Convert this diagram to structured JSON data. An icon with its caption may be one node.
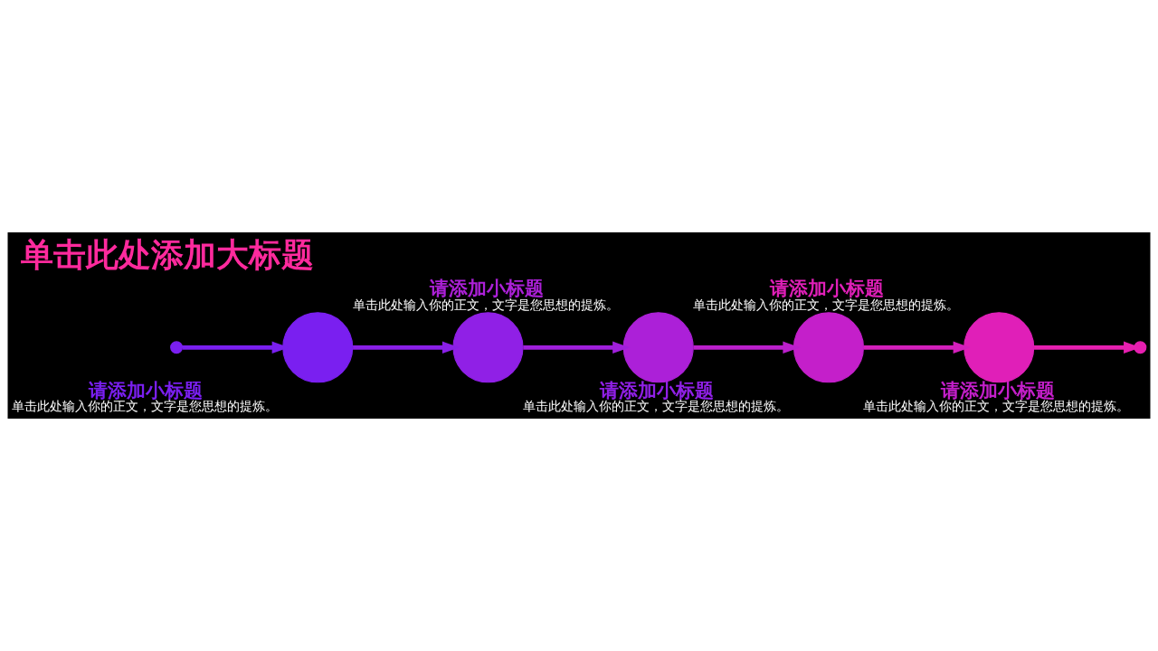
{
  "diagram": {
    "title": "单击此处添加大标题",
    "nodes": [
      {
        "text": [],
        "shape": "circle",
        "beside": [
          "请添加小标题",
          "单击此处输入你的正文，文字是您思想的提炼。"
        ]
      },
      {
        "text": [],
        "shape": "circle",
        "beside": [
          "请添加小标题",
          "单击此处输入你的正文，文字是您思想的提炼。"
        ]
      },
      {
        "text": [],
        "shape": "circle",
        "beside": [
          "请添加小标题",
          "单击此处输入你的正文，文字是您思想的提炼。"
        ]
      },
      {
        "text": [],
        "shape": "circle",
        "beside": [
          "请添加小标题",
          "单击此处输入你的正文，文字是您思想的提炼。"
        ]
      },
      {
        "text": [],
        "shape": "circle",
        "beside": [
          "请添加小标题",
          "单击此处输入你的正文，文字是您思想的提炼。"
        ]
      }
    ],
    "edges": [
      {
        "from": null,
        "to": 0,
        "arrow": "to",
        "color": "#7a1ff0"
      },
      {
        "from": 0,
        "to": 1,
        "arrow": "to",
        "color": "#8a1fe8"
      },
      {
        "from": 1,
        "to": 2,
        "arrow": "to",
        "color": "#a01fdc"
      },
      {
        "from": 2,
        "to": 3,
        "arrow": "to",
        "color": "#bb1fcc"
      },
      {
        "from": 3,
        "to": 4,
        "arrow": "to",
        "color": "#d41fbc"
      },
      {
        "from": 4,
        "to": null,
        "arrow": "to",
        "color": "#e61fb0"
      }
    ]
  }
}
